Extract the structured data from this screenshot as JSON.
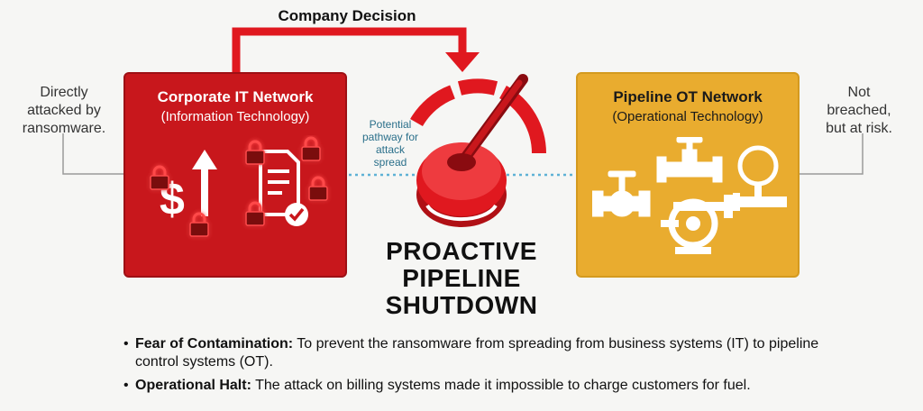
{
  "decision_label": "Company Decision",
  "left_note": [
    "Directly",
    "attacked by",
    "ransomware."
  ],
  "right_note": [
    "Not",
    "breached,",
    "but at risk."
  ],
  "it_network": {
    "title": "Corporate IT Network",
    "subtitle": "(Information Technology)"
  },
  "ot_network": {
    "title": "Pipeline OT Network",
    "subtitle": "(Operational Technology)"
  },
  "pathway_label": [
    "Potential",
    "pathway for",
    "attack",
    "spread"
  ],
  "center_title": [
    "PROACTIVE",
    "PIPELINE",
    "SHUTDOWN"
  ],
  "bullets": [
    {
      "heading": "Fear of Contamination:",
      "text": " To prevent the ransomware from spreading from business systems (IT) to pipeline control systems (OT)."
    },
    {
      "heading": "Operational Halt:",
      "text": " The attack on billing systems made it impossible to charge customers for fuel."
    }
  ],
  "colors": {
    "it_red": "#c8171c",
    "ot_yellow": "#e9ac2f",
    "arrow_red": "#e0181f",
    "pathway_blue": "#5fb2d6"
  },
  "icons": {
    "it": [
      "dollar-arrow-icon",
      "padlock-icon",
      "document-check-icon"
    ],
    "ot": [
      "valve-icon",
      "pipe-valve-icon",
      "pressure-gauge-icon",
      "pump-icon"
    ],
    "center": [
      "shutdown-lever-icon"
    ]
  }
}
